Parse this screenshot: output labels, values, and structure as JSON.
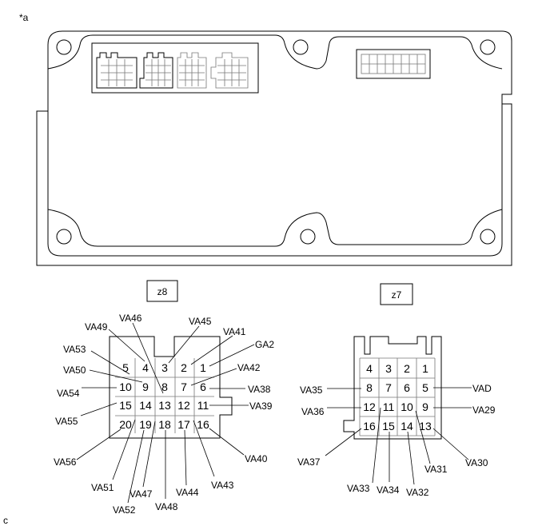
{
  "corner_marks": {
    "top_left": "*a",
    "bottom_left": "c"
  },
  "connector_z8": {
    "tag": "z8",
    "rows": [
      [
        "5",
        "4",
        "3",
        "2",
        "1"
      ],
      [
        "10",
        "9",
        "8",
        "7",
        "6"
      ],
      [
        "15",
        "14",
        "13",
        "12",
        "11"
      ],
      [
        "20",
        "19",
        "18",
        "17",
        "16"
      ]
    ],
    "labels": {
      "VA49": "VA49",
      "VA46": "VA46",
      "VA45": "VA45",
      "VA41": "VA41",
      "GA2": "GA2",
      "VA53": "VA53",
      "VA42": "VA42",
      "VA50": "VA50",
      "VA54": "VA54",
      "VA38": "VA38",
      "VA55": "VA55",
      "VA39": "VA39",
      "VA40": "VA40",
      "VA56": "VA56",
      "VA51": "VA51",
      "VA47": "VA47",
      "VA44": "VA44",
      "VA43": "VA43",
      "VA52": "VA52",
      "VA48": "VA48"
    }
  },
  "connector_z7": {
    "tag": "z7",
    "rows": [
      [
        "4",
        "3",
        "2",
        "1"
      ],
      [
        "8",
        "7",
        "6",
        "5"
      ],
      [
        "12",
        "11",
        "10",
        "9"
      ],
      [
        "16",
        "15",
        "14",
        "13"
      ]
    ],
    "labels": {
      "VA35": "VA35",
      "VAD": "VAD",
      "VA36": "VA36",
      "VA29": "VA29",
      "VA37": "VA37",
      "VA30": "VA30",
      "VA31": "VA31",
      "VA33": "VA33",
      "VA34": "VA34",
      "VA32": "VA32"
    }
  }
}
